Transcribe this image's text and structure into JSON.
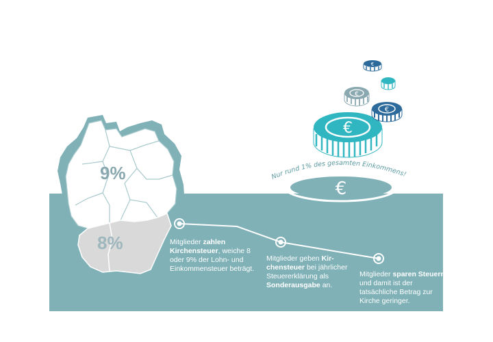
{
  "map": {
    "north_percent": "9%",
    "south_percent": "8%"
  },
  "coins": {
    "symbol": "€",
    "arc_text": "Nur rund 1% des gesamten Einkommens!"
  },
  "steps": [
    {
      "pre": "Mitglieder ",
      "bold": "zahlen Kirchensteuer",
      "post": ", weiche 8 oder 9% der Lohn- und Einkommensteuer beträgt."
    },
    {
      "pre": "Mitglieder geben ",
      "bold": "Kir­chensteuer",
      "post": " bei jährlicher Steuererklärung als ",
      "bold2": "Sonderausgabe",
      "post2": " an."
    },
    {
      "pre": "Mitglieder ",
      "bold": "sparen Steuern",
      "post": " und damit ist der tatsächliche Betrag zur Kirche geringer."
    }
  ],
  "colors": {
    "teal": "#7fb1b7",
    "teal_dark": "#5b99a0",
    "coin_cyan": "#2fb6c1",
    "coin_navy": "#2b6a9a",
    "coin_gray": "#8aa8b0",
    "bavaria_gray": "#d9d9d9"
  }
}
